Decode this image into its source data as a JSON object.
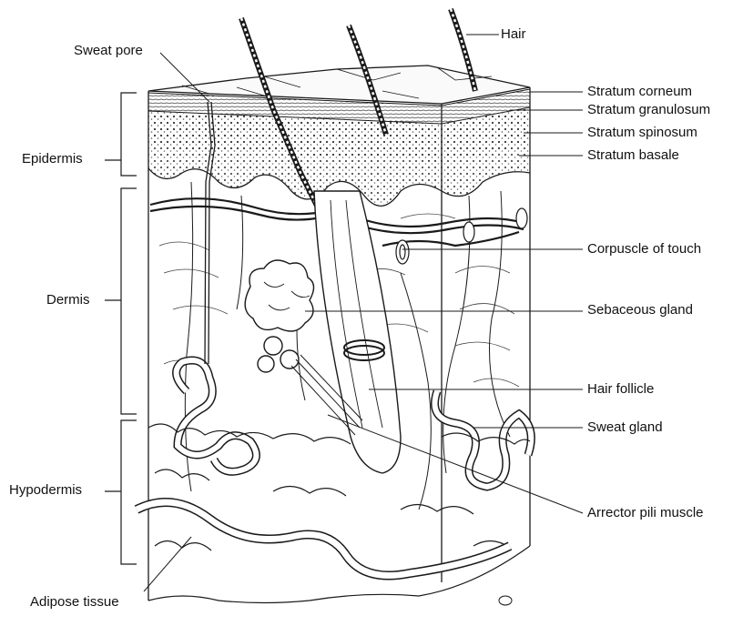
{
  "diagram": {
    "labels": {
      "hair": "Hair",
      "sweat_pore": "Sweat pore",
      "stratum_corneum": "Stratum corneum",
      "stratum_granulosum": "Stratum granulosum",
      "stratum_spinosum": "Stratum spinosum",
      "stratum_basale": "Stratum basale",
      "epidermis": "Epidermis",
      "dermis": "Dermis",
      "hypodermis": "Hypodermis",
      "corpuscle_of_touch": "Corpuscle of touch",
      "sebaceous_gland": "Sebaceous gland",
      "hair_follicle": "Hair follicle",
      "sweat_gland": "Sweat gland",
      "arrector_pili_muscle": "Arrector pili muscle",
      "adipose_tissue": "Adipose tissue"
    },
    "colors": {
      "ink": "#1a1a1a",
      "background": "#ffffff"
    }
  }
}
